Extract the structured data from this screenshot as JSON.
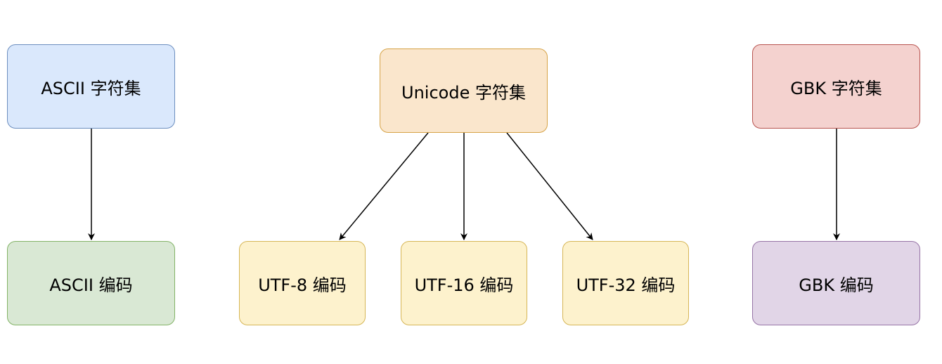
{
  "diagram": {
    "nodes": [
      {
        "id": "ascii-charset",
        "label": "ASCII 字符集",
        "fill": "#dae8fc",
        "stroke": "#6c8ebf"
      },
      {
        "id": "unicode-charset",
        "label": "Unicode 字符集",
        "fill": "#fae6cc",
        "stroke": "#d6a347"
      },
      {
        "id": "gbk-charset",
        "label": "GBK 字符集",
        "fill": "#f4d2cf",
        "stroke": "#b85450"
      },
      {
        "id": "ascii-encoding",
        "label": "ASCII 编码",
        "fill": "#d9e8d4",
        "stroke": "#82b366"
      },
      {
        "id": "utf8-encoding",
        "label": "UTF-8 编码",
        "fill": "#fdf2cd",
        "stroke": "#d6b656"
      },
      {
        "id": "utf16-encoding",
        "label": "UTF-16 编码",
        "fill": "#fdf2cd",
        "stroke": "#d6b656"
      },
      {
        "id": "utf32-encoding",
        "label": "UTF-32 编码",
        "fill": "#fdf2cd",
        "stroke": "#d6b656"
      },
      {
        "id": "gbk-encoding",
        "label": "GBK 编码",
        "fill": "#e1d5e7",
        "stroke": "#9673a6"
      }
    ],
    "edges": [
      {
        "from": "ascii-charset",
        "to": "ascii-encoding"
      },
      {
        "from": "unicode-charset",
        "to": "utf8-encoding"
      },
      {
        "from": "unicode-charset",
        "to": "utf16-encoding"
      },
      {
        "from": "unicode-charset",
        "to": "utf32-encoding"
      },
      {
        "from": "gbk-charset",
        "to": "gbk-encoding"
      }
    ],
    "edge_color": "#000000"
  }
}
